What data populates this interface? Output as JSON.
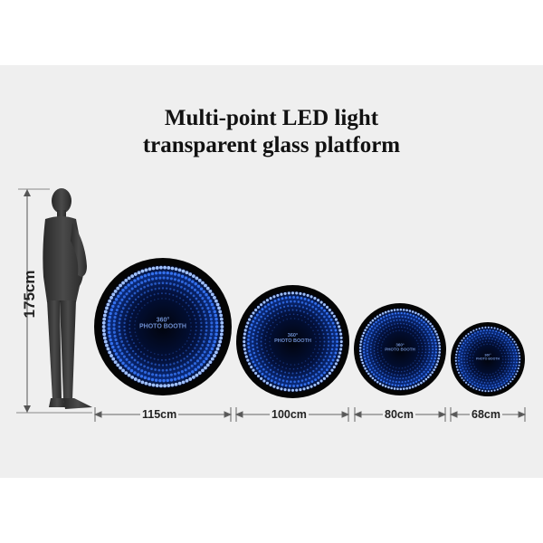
{
  "title": {
    "line1": "Multi-point LED light",
    "line2": "transparent glass platform"
  },
  "height_label": "175cm",
  "platforms": [
    {
      "size_label": "115cm",
      "brand_line1": "360°",
      "brand_line2": "PHOTO BOOTH"
    },
    {
      "size_label": "100cm",
      "brand_line1": "360°",
      "brand_line2": "PHOTO BOOTH"
    },
    {
      "size_label": "80cm",
      "brand_line1": "360°",
      "brand_line2": "PHOTO BOOTH"
    },
    {
      "size_label": "68cm",
      "brand_line1": "360°",
      "brand_line2": "PHOTO BOOTH"
    }
  ],
  "colors": {
    "background_band": "#efefef",
    "platform_rim": "#050505",
    "led_blue": "#3a7bff",
    "text": "#111111"
  }
}
